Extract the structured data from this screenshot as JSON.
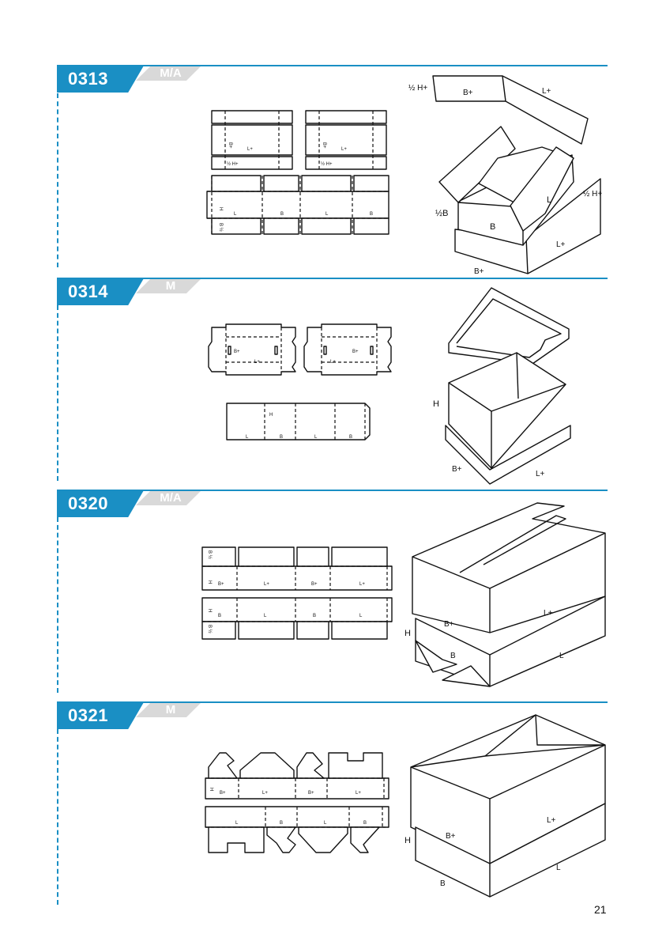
{
  "sections": [
    {
      "code": "0313",
      "tag": "M/A",
      "labels": {
        "half_h": "½ H+",
        "b_plus": "B+",
        "l_plus": "L+",
        "l": "L",
        "b": "B",
        "half_b": "½B",
        "h": "H",
        "half_b_rot": "B ½"
      }
    },
    {
      "code": "0314",
      "tag": "M",
      "labels": {
        "h": "H",
        "b_plus": "B+",
        "l_plus": "L+",
        "l": "L",
        "b": "B"
      }
    },
    {
      "code": "0320",
      "tag": "M/A",
      "labels": {
        "h": "H",
        "b_plus": "B+",
        "l_plus": "L+",
        "l": "L",
        "b": "B",
        "half_b": "B ½"
      }
    },
    {
      "code": "0321",
      "tag": "M",
      "labels": {
        "h": "H",
        "b_plus": "B+",
        "l_plus": "L+",
        "l": "L",
        "b": "B"
      }
    }
  ],
  "page_number": "21"
}
